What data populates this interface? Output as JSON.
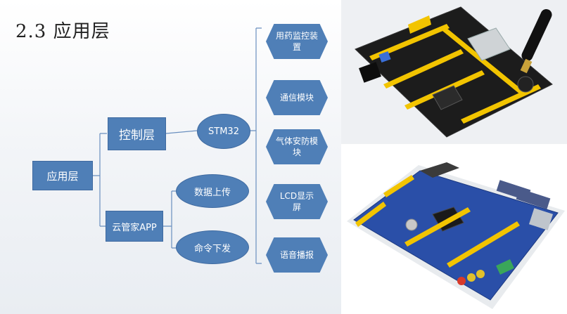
{
  "title": "2.3 应用层",
  "nodes": {
    "root": "应用层",
    "control": "控制层",
    "cloud": "云管家APP",
    "stm32": "STM32",
    "data_up": "数据上传",
    "cmd_down": "命令下发"
  },
  "modules": [
    {
      "label": "用药监控装置"
    },
    {
      "label": "通信模块"
    },
    {
      "label": "气体安防模块"
    },
    {
      "label": "LCD显示屏"
    },
    {
      "label": "语音播报"
    }
  ],
  "colors": {
    "node_fill": "#4f7fb7",
    "line": "#6a8fbf",
    "board_black": "#1c1c1c",
    "board_blue": "#2a4fa8",
    "header_yellow": "#f2c400"
  },
  "images": [
    {
      "name": "black-gsm-dev-board"
    },
    {
      "name": "blue-stm32-dev-board"
    }
  ]
}
